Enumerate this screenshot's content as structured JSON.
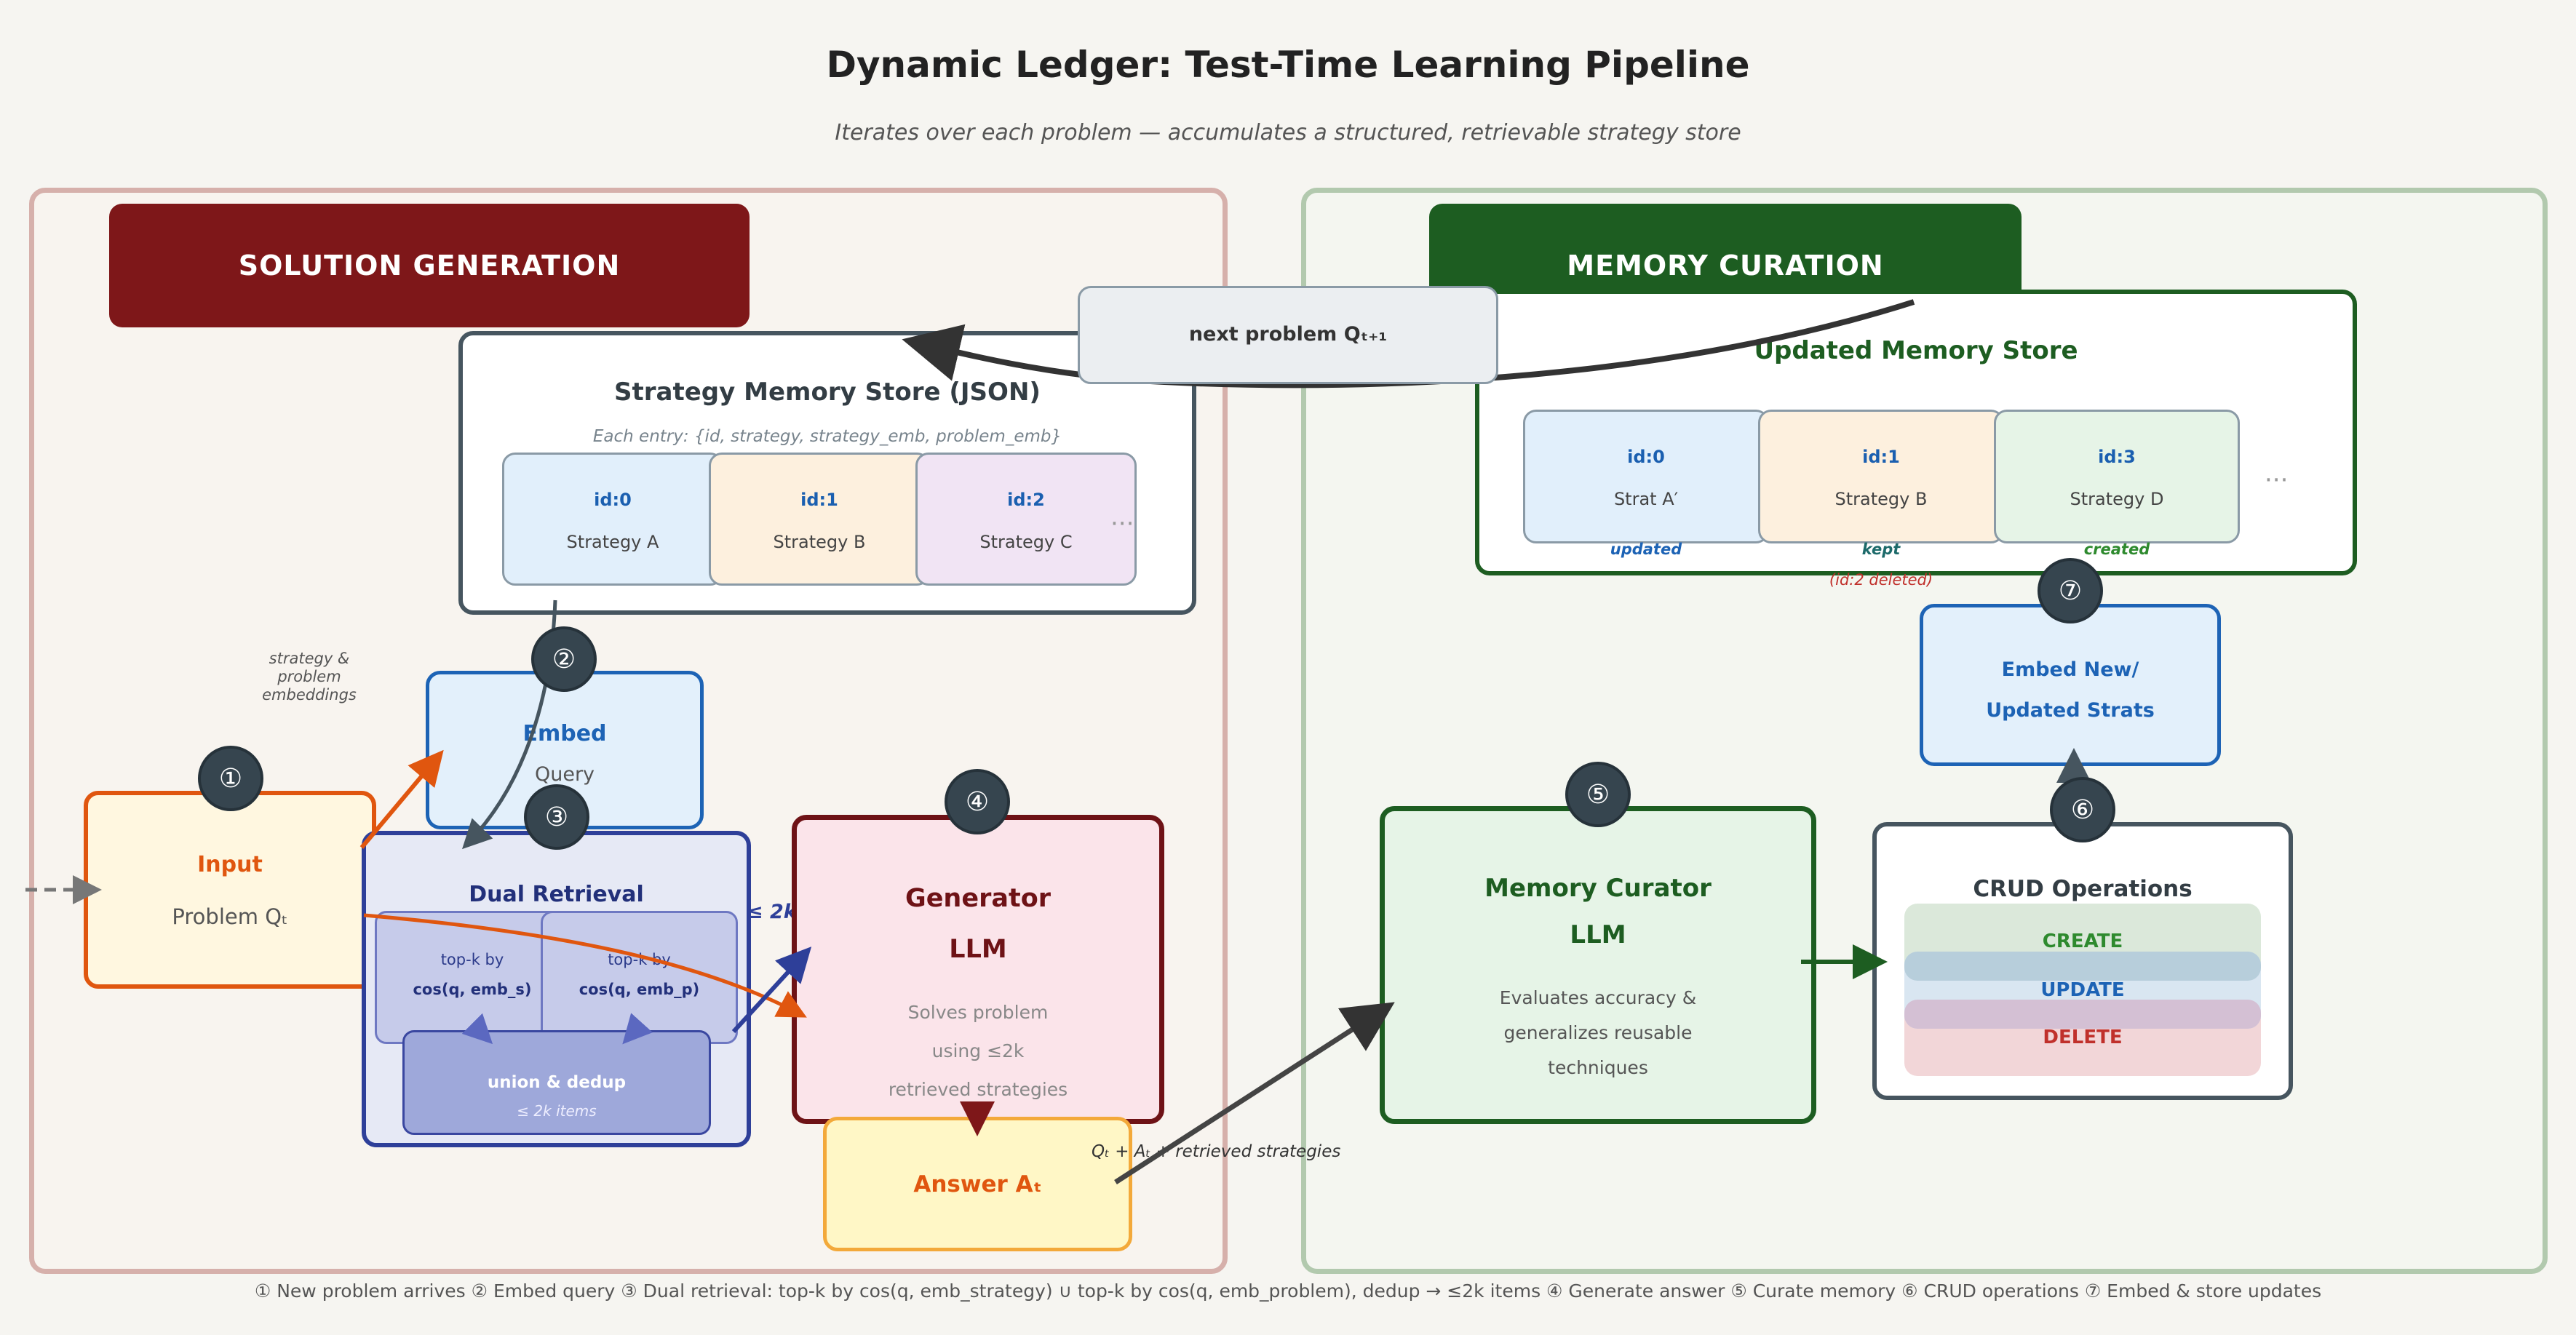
{
  "title": "Dynamic Ledger: Test-Time Learning Pipeline",
  "subtitle": "Iterates over each problem — accumulates a structured, retrievable strategy store",
  "solution_panel": {
    "banner": "SOLUTION GENERATION"
  },
  "curation_panel": {
    "banner": "MEMORY CURATION"
  },
  "next_problem": "next problem Qₜ₊₁",
  "strategy_store": {
    "title": "Strategy Memory Store (JSON)",
    "caption": "Each entry: {id, strategy, strategy_emb, problem_emb}",
    "entries": [
      {
        "id": "id:0",
        "name": "Strategy A"
      },
      {
        "id": "id:1",
        "name": "Strategy B"
      },
      {
        "id": "id:2",
        "name": "Strategy C"
      }
    ],
    "ellipsis": "···"
  },
  "embeddings_note": [
    "strategy &",
    "problem",
    "embeddings"
  ],
  "input_box": {
    "title": "Input",
    "sub": "Problem Qₜ"
  },
  "embed_box": {
    "title": "Embed",
    "sub": "Query"
  },
  "dual_retrieval": {
    "title": "Dual Retrieval",
    "left": {
      "line1": "top-k by",
      "line2": "cos(q, emb_s)"
    },
    "right": {
      "line1": "top-k by",
      "line2": "cos(q, emb_p)"
    },
    "union": {
      "title": "union & dedup",
      "sub": "≤ 2k items"
    },
    "edge_label": "≤ 2k"
  },
  "generator": {
    "title1": "Generator",
    "title2": "LLM",
    "desc": [
      "Solves problem",
      "using ≤2k",
      "retrieved strategies"
    ]
  },
  "answer": "Answer Aₜ",
  "answer_edge_label": "Qₜ + Aₜ + retrieved strategies",
  "curator": {
    "title1": "Memory Curator",
    "title2": "LLM",
    "desc": [
      "Evaluates accuracy &",
      "generalizes reusable",
      "techniques"
    ]
  },
  "crud": {
    "title": "CRUD Operations",
    "ops": [
      "CREATE",
      "UPDATE",
      "DELETE"
    ]
  },
  "embed_new": {
    "line1": "Embed New/",
    "line2": "Updated Strats"
  },
  "updated_store": {
    "title": "Updated Memory Store",
    "entries": [
      {
        "id": "id:0",
        "name": "Strat A′",
        "status": "updated"
      },
      {
        "id": "id:1",
        "name": "Strategy B",
        "status": "kept"
      },
      {
        "id": "id:3",
        "name": "Strategy D",
        "status": "created"
      }
    ],
    "deleted_note": "(id:2 deleted)",
    "ellipsis": "···"
  },
  "step_numbers": [
    "①",
    "②",
    "③",
    "④",
    "⑤",
    "⑥",
    "⑦"
  ],
  "footer": "① New problem arrives   ② Embed query   ③ Dual retrieval: top-k by cos(q, emb_strategy) ∪ top-k by cos(q, emb_problem), dedup → ≤2k items   ④ Generate answer   ⑤ Curate memory   ⑥ CRUD operations   ⑦ Embed & store updates",
  "colors": {
    "solution_red": "#7e1719",
    "curation_green": "#1d5d21",
    "input_orange": "#e0560f",
    "retrieval_navy": "#2e3f99",
    "step_badge": "#36454f"
  }
}
